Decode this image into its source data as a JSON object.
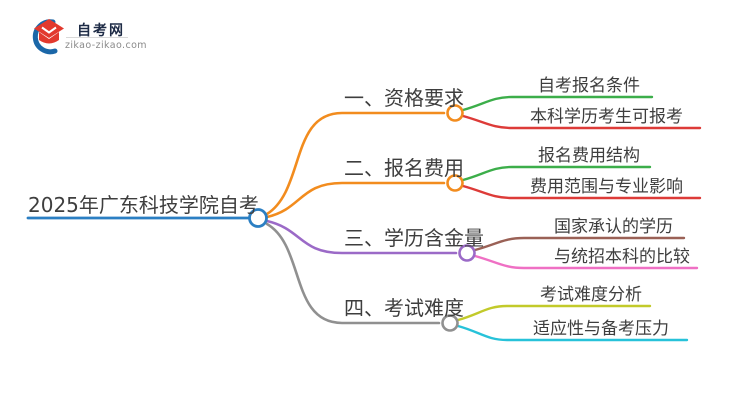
{
  "logo": {
    "title": "自考网",
    "domain": "zikao-zikao.com",
    "colors": {
      "cap": "#e2392e",
      "swoosh": "#1b67a8",
      "title": "#1e2b46",
      "domain": "#8a8a8a"
    }
  },
  "mindmap": {
    "root": {
      "label": "2025年广东科技学院自考",
      "color": "#2b7fc3"
    },
    "branches": [
      {
        "label": "一、资格要求",
        "color": "#f28c1e",
        "children": [
          {
            "label": "自考报名条件",
            "color": "#3cae4a"
          },
          {
            "label": "本科学历考生可报考",
            "color": "#dd3b38"
          }
        ]
      },
      {
        "label": "二、报名费用",
        "color": "#f28c1e",
        "children": [
          {
            "label": "报名费用结构",
            "color": "#3cae4a"
          },
          {
            "label": "费用范围与专业影响",
            "color": "#dd3b38"
          }
        ]
      },
      {
        "label": "三、学历含金量",
        "color": "#9b6ac7",
        "children": [
          {
            "label": "国家承认的学历",
            "color": "#9a6156"
          },
          {
            "label": "与统招本科的比较",
            "color": "#ef70c4"
          }
        ]
      },
      {
        "label": "四、考试难度",
        "color": "#909090",
        "children": [
          {
            "label": "考试难度分析",
            "color": "#c2ca2a"
          },
          {
            "label": "适应性与备考压力",
            "color": "#27c2d9"
          }
        ]
      }
    ]
  }
}
